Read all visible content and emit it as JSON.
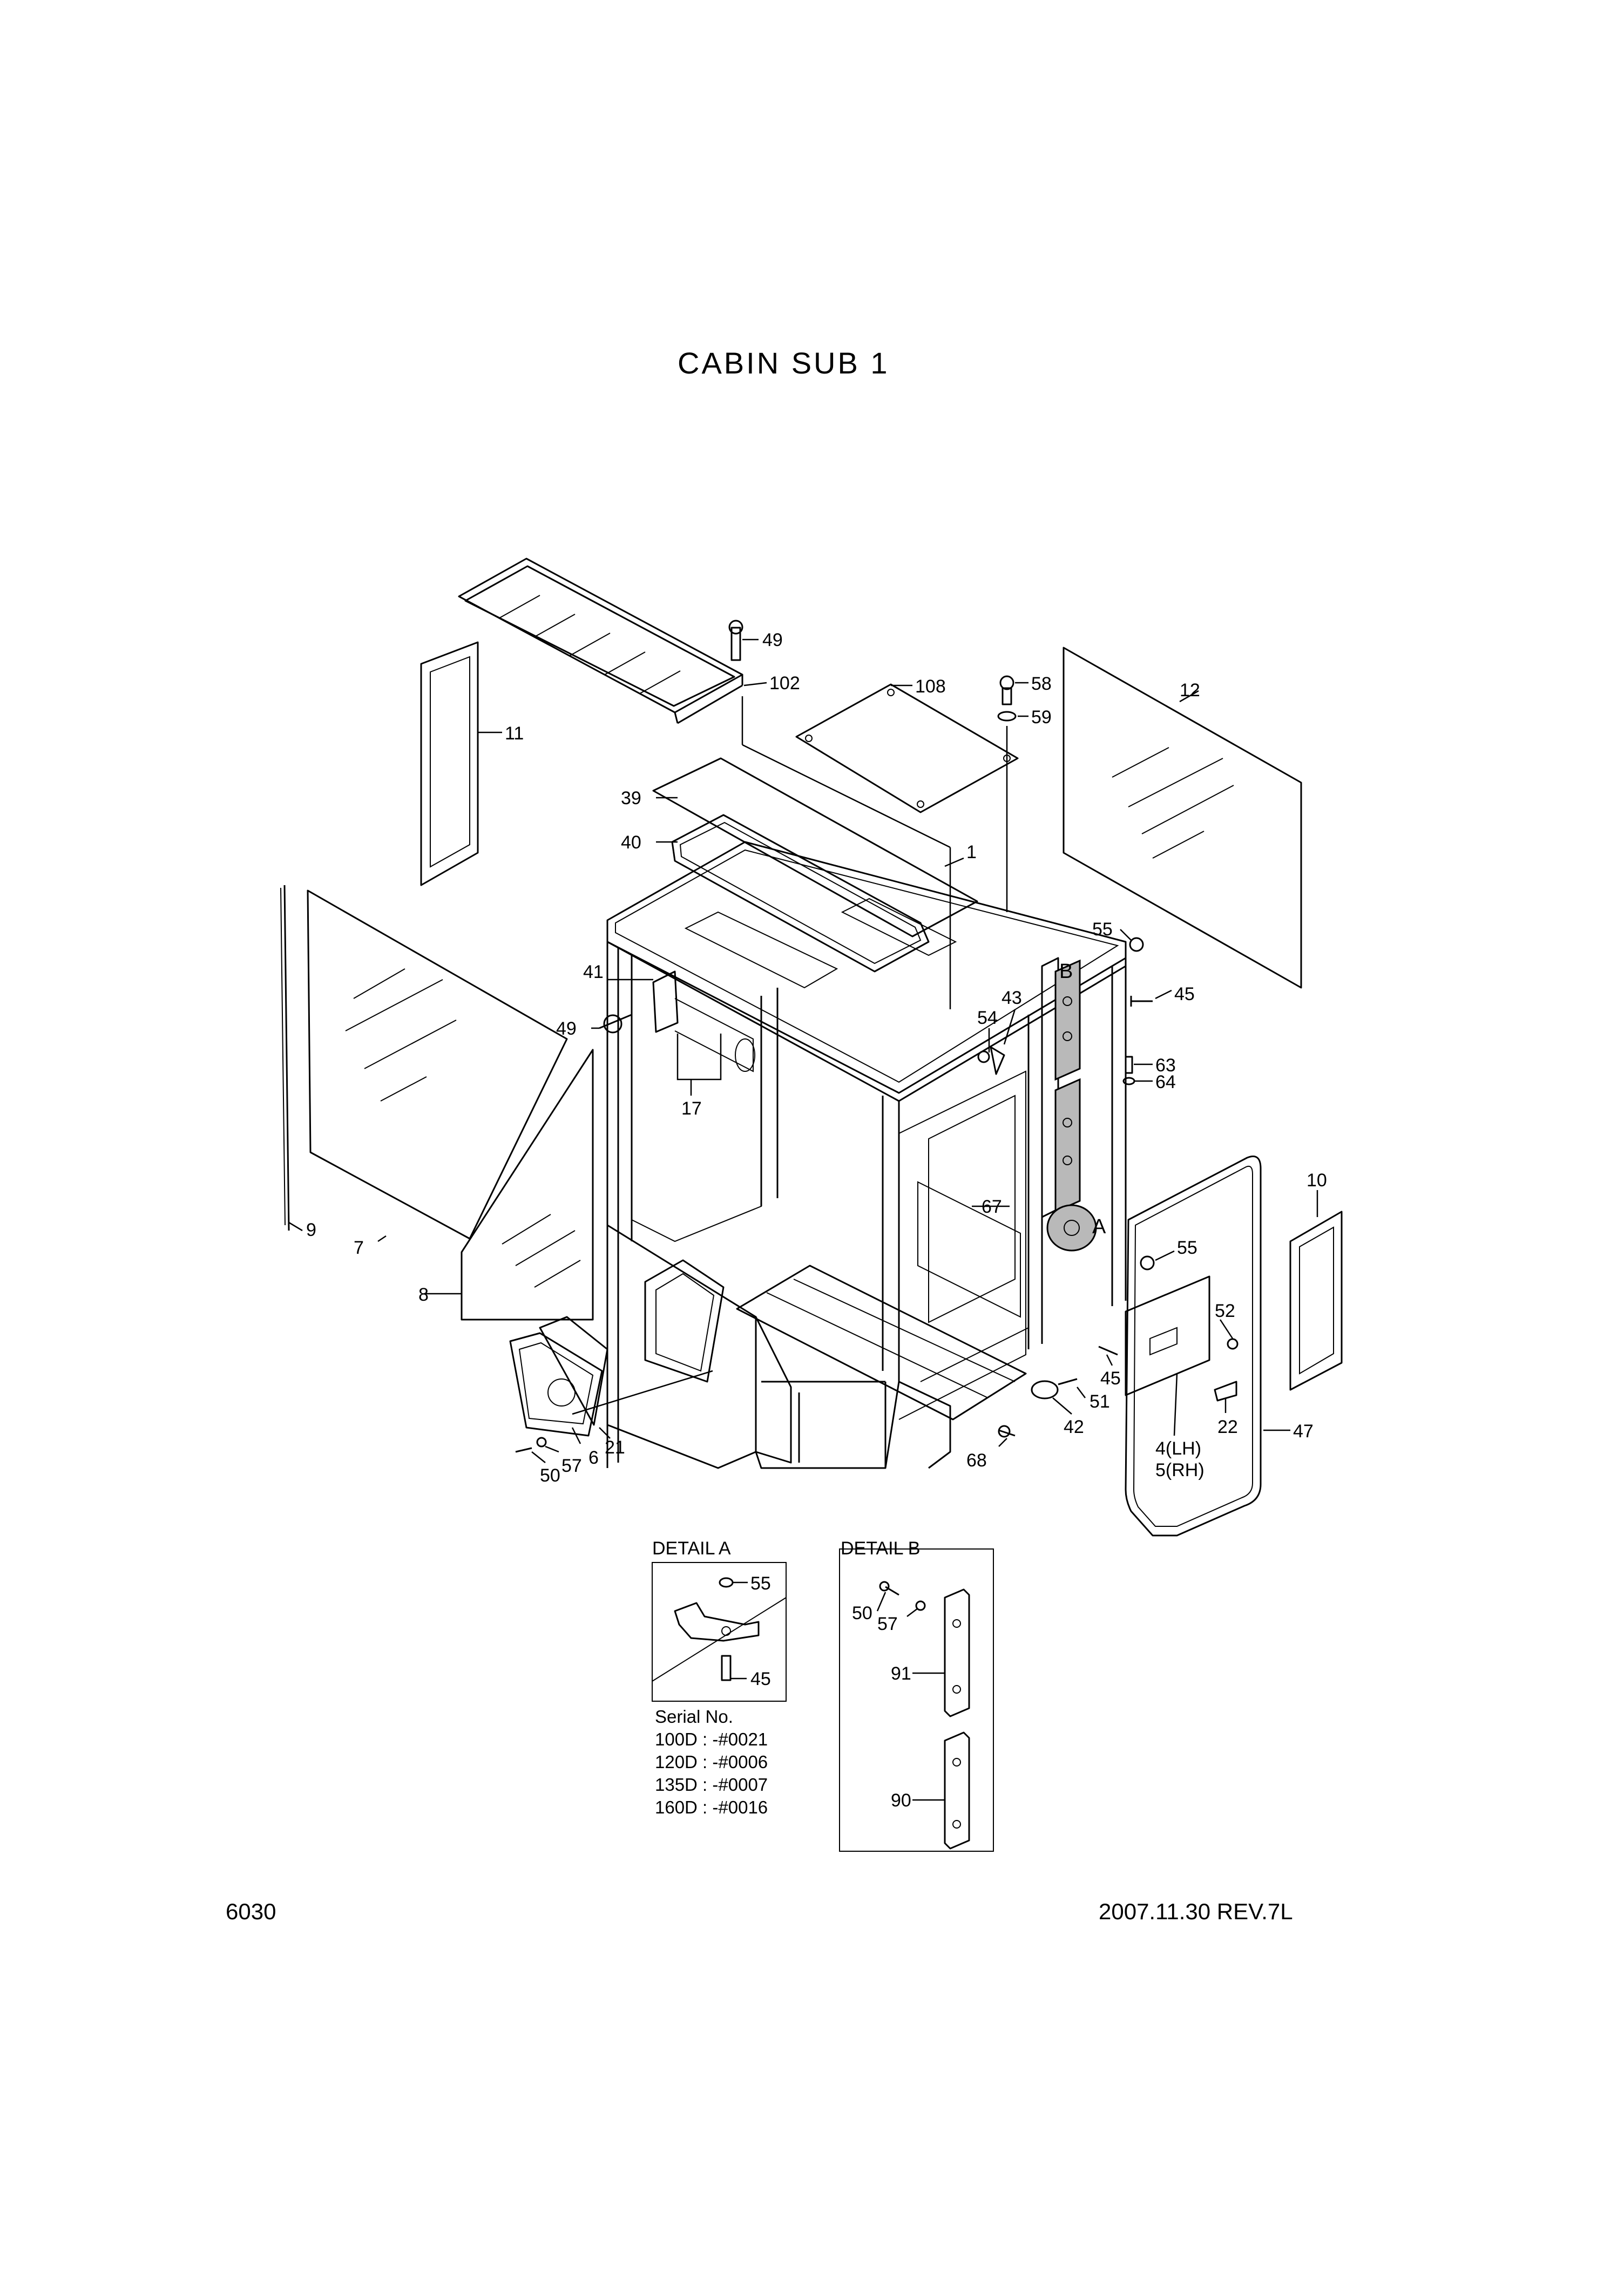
{
  "title": "CABIN SUB 1",
  "page_number": "6030",
  "revision": "2007.11.30  REV.7L",
  "detail_a": {
    "title": "DETAIL A"
  },
  "detail_b": {
    "title": "DETAIL B"
  },
  "serial": {
    "heading": "Serial No.",
    "lines": [
      "100D : -#0021",
      "120D : -#0006",
      "135D : -#0007",
      "160D : -#0016"
    ]
  },
  "callouts": [
    "49",
    "102",
    "108",
    "58",
    "59",
    "12",
    "11",
    "39",
    "40",
    "1",
    "55",
    "B",
    "45",
    "41",
    "43",
    "54",
    "49",
    "63",
    "64",
    "17",
    "10",
    "9",
    "67",
    "A",
    "7",
    "55",
    "8",
    "52",
    "45",
    "51",
    "42",
    "22",
    "4(LH)",
    "5(RH)",
    "47",
    "21",
    "6",
    "57",
    "50",
    "68",
    "55",
    "45",
    "50",
    "57",
    "91",
    "90"
  ]
}
